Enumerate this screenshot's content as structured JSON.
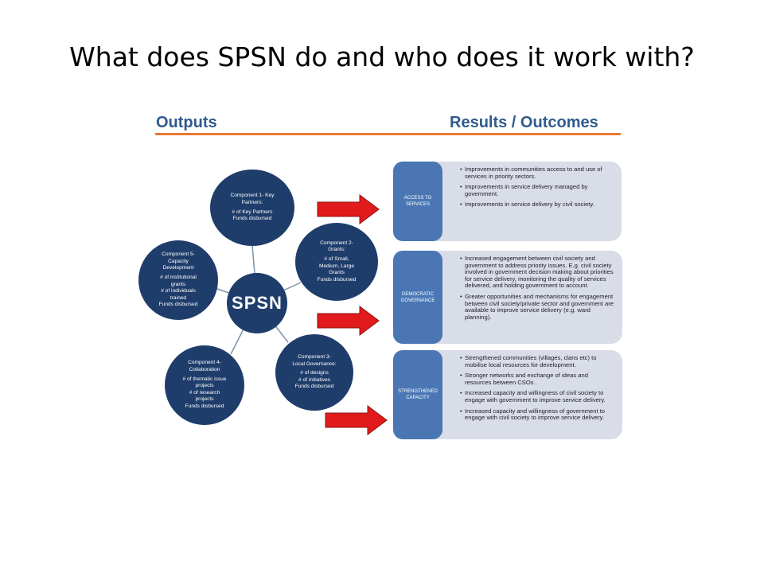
{
  "slide": {
    "title": "What does SPSN do and who does it work with?"
  },
  "headers": {
    "outputs": "Outputs",
    "results": "Results / Outcomes"
  },
  "center": {
    "label": "SPSN"
  },
  "components": [
    {
      "id": "c1",
      "lines": [
        "Component 1- Key",
        "Partners:",
        "# of Key Partners",
        "Funds disbursed"
      ]
    },
    {
      "id": "c2",
      "lines": [
        "Component 2-",
        "Grants:",
        "# of Small,",
        "Medium, Large",
        "Grants",
        "Funds disbursed"
      ]
    },
    {
      "id": "c3",
      "lines": [
        "Component 3-",
        "Local Governance:",
        "# of designs",
        "# of initiatives",
        "Funds disbursed"
      ]
    },
    {
      "id": "c4",
      "lines": [
        "Component 4-",
        "Collaboration",
        "# of thematic issue",
        "projects",
        "# of research",
        "projects",
        "Funds disbursed"
      ]
    },
    {
      "id": "c5",
      "lines": [
        "Component 5-",
        "Capacity",
        "Development",
        "# of institutional",
        "grants",
        "# of individuals",
        "trained",
        "Funds disbursed"
      ]
    }
  ],
  "outcomes": [
    {
      "tab": "ACCESS TO SERVICES",
      "bullets": [
        "Improvements in communities access to and use of services in priority sectors.",
        "Improvements in service delivery managed by government.",
        "Improvements in service delivery by civil society."
      ]
    },
    {
      "tab": "DEMOCRATIC GOVERNANCE",
      "bullets": [
        "Increased engagement between civil society and government to address priority issues. E.g. civil society involved in government decision making about priorities for service delivery, monitoring the quality of services delivered, and holding government to account.",
        "Greater opportunities and mechanisms for engagement between civil society/private sector and government are available to improve service delivery (e.g. ward planning)."
      ]
    },
    {
      "tab": "STRENGTHENED CAPACITY",
      "bullets": [
        "Strengthened communities (villages, clans etc) to mobilise local resources for development.",
        "Stronger networks and exchange of ideas and resources between CSOs .",
        "Increased capacity and willingness of civil society to engage with government to improve service delivery.",
        "Increased capacity and willingness of government to engage with civil society to improve service delivery."
      ]
    }
  ],
  "colors": {
    "circle": "#1f3d6b",
    "tab": "#4a77b4",
    "panel": "#d9dde8",
    "header": "#2f5b8e",
    "rule": "#e8792e",
    "arrow": "#e11b1b"
  }
}
